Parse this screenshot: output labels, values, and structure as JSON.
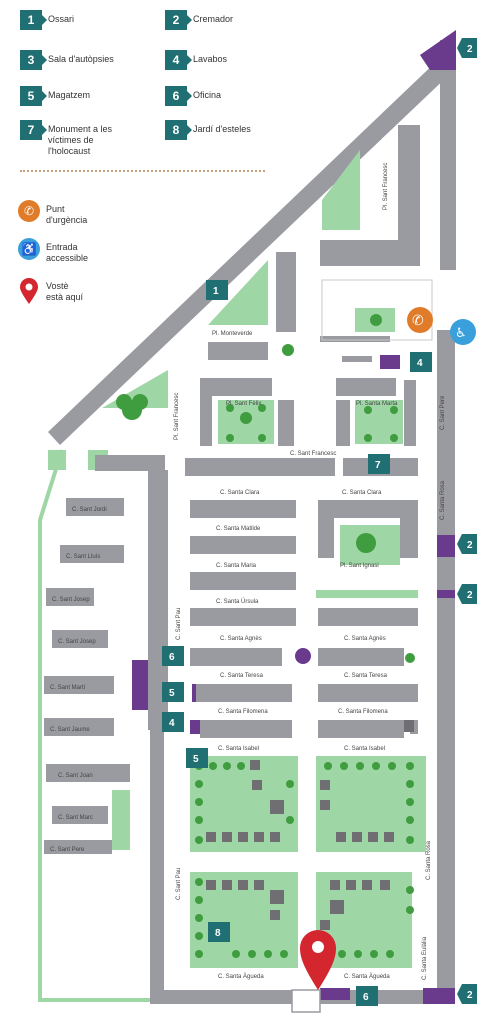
{
  "legend": {
    "items": [
      {
        "num": "1",
        "label": "Ossari"
      },
      {
        "num": "2",
        "label": "Cremador"
      },
      {
        "num": "3",
        "label": "Sala d'autòpsies"
      },
      {
        "num": "4",
        "label": "Lavabos"
      },
      {
        "num": "5",
        "label": "Magatzem"
      },
      {
        "num": "6",
        "label": "Oficina"
      },
      {
        "num": "7",
        "label": "Monument a les\nvíctimes de\nl'holocaust"
      },
      {
        "num": "8",
        "label": "Jardí d'esteles"
      }
    ],
    "icons": [
      {
        "name": "phone-icon",
        "label": "Punt\nd'urgència",
        "color": "#e07b2a",
        "glyph": "✆"
      },
      {
        "name": "wheelchair-icon",
        "label": "Entrada\naccessible",
        "color": "#3aa0db",
        "glyph": "♿"
      },
      {
        "name": "location-pin-icon",
        "label": "Vostè\nestà aquí",
        "color": "#d3262f",
        "glyph": ""
      }
    ]
  },
  "colors": {
    "building": "#9a9aa1",
    "garden": "#9ed6a6",
    "tree": "#3f9c3f",
    "teal": "#1f6f73",
    "purple": "#6a3a8c",
    "pin": "#d3262f",
    "road": "#e9e9eb"
  },
  "map": {
    "streets": [
      "Pl. Sant Francesc",
      "Pl. Monteverde",
      "Pl. Sant Francesc",
      "Pl. Sant Fèlix",
      "Pl. Santa Marta",
      "C. Sant Francesc",
      "C. Santa Clara",
      "C. Santa Clara",
      "C. Santa Matilde",
      "C. Santa Maria",
      "C. Santa Úrsula",
      "Pl. Sant Ignasi",
      "C. Santa Agnès",
      "C. Santa Agnès",
      "C. Santa Teresa",
      "C. Santa Teresa",
      "C. Santa Filomena",
      "C. Santa Filomena",
      "C. Santa Isabel",
      "C. Santa Isabel",
      "C. Santa Àgueda",
      "C. Santa Àgueda",
      "C. Sant Pere",
      "C. Santa Rosa",
      "C. Santa Rosa",
      "C. Santa Eulàlia",
      "C. Sant Pau",
      "C. Sant Pau",
      "C. Sant Jordi",
      "C. Sant Lluís",
      "C. Sant Josep",
      "C. Sant Josep",
      "C. Sant Martí",
      "C. Sant Jaume",
      "C. Sant Joan",
      "C. Sant Marc",
      "C. Sant Pere"
    ],
    "markers": [
      "1",
      "2",
      "2",
      "2",
      "2",
      "4",
      "7",
      "6",
      "5",
      "4",
      "5",
      "8",
      "6"
    ]
  }
}
